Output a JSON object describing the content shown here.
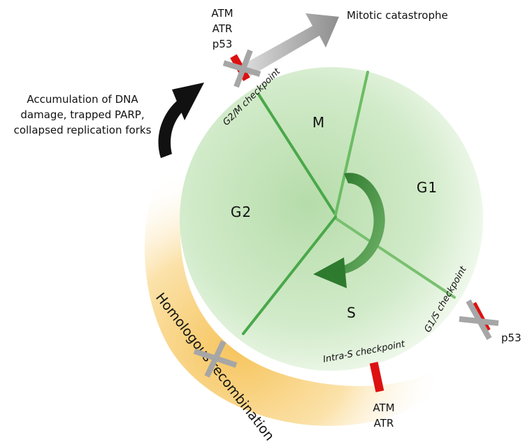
{
  "phases": {
    "m": "M",
    "g1": "G1",
    "s": "S",
    "g2": "G2"
  },
  "checkpoints": {
    "g2m": "G2/M checkpoint",
    "g1s": "G1/S checkpoint",
    "intra_s": "Intra-S checkpoint"
  },
  "labels": {
    "top_proteins": [
      "ATM",
      "ATR",
      "p53"
    ],
    "mitotic": "Mitotic catastrophe",
    "accumulation": [
      "Accumulation of DNA",
      "damage, trapped PARP,",
      "collapsed replication forks"
    ],
    "g1s_protein": "p53",
    "intra_proteins": [
      "ATM",
      "ATR"
    ],
    "hr": "Homologous recombination"
  },
  "colors": {
    "cycle_green": "#4aa84a",
    "circle_fill": "#d7ecd2",
    "hr_band": "#f7c870",
    "block_red": "#dd1111",
    "cross_grey": "#a6a6a6"
  }
}
